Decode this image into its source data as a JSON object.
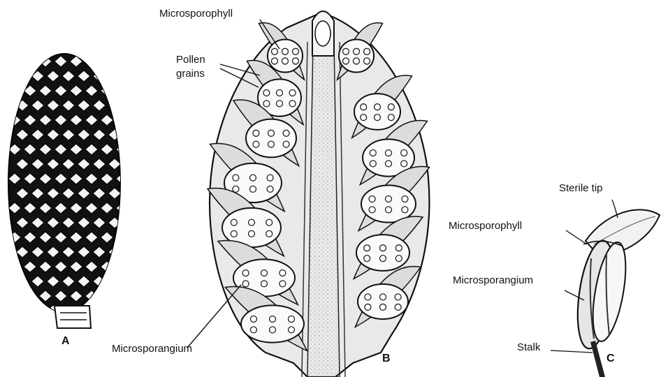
{
  "figure": {
    "panel_letters": [
      "A",
      "B",
      "C"
    ],
    "panel_b_labels": {
      "top": "Microsporophyll",
      "pollen_line1": "Pollen",
      "pollen_line2": "grains",
      "bottom": "Microsporangium"
    },
    "panel_c_labels": {
      "sterile_tip": "Sterile tip",
      "microsporophyll": "Microsporophyll",
      "microsporangium": "Microsporangium",
      "stalk": "Stalk"
    }
  },
  "colors": {
    "ink": "#111111",
    "paper": "#ffffff",
    "stipple": "#cfcfcf"
  }
}
